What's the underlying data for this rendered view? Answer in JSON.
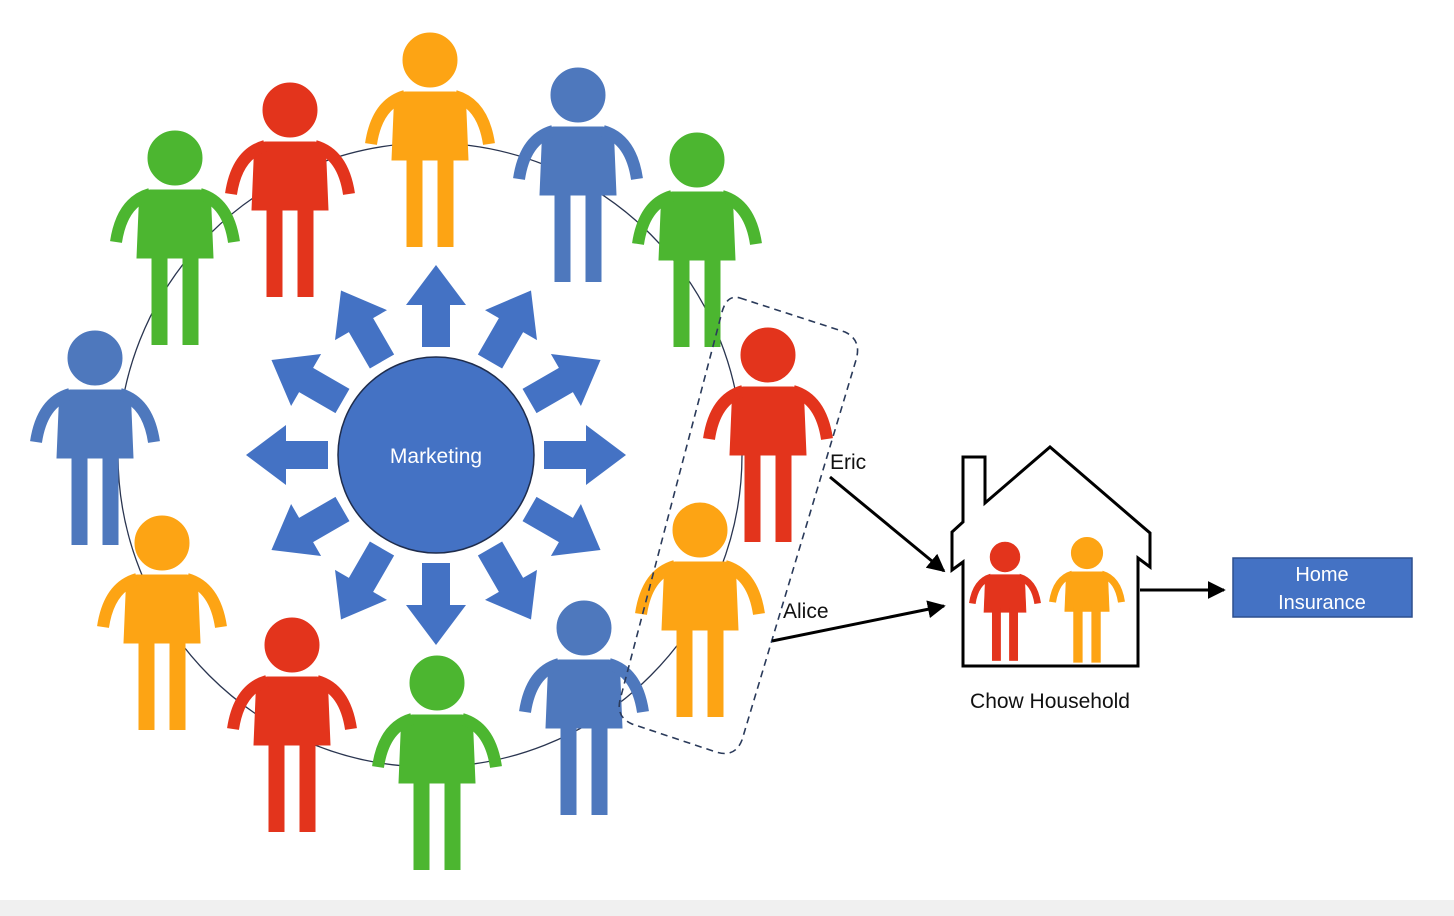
{
  "center": {
    "label": "Marketing",
    "color": "#4472c4",
    "arrow_count": 12
  },
  "people": [
    {
      "color": "#4cb630"
    },
    {
      "color": "#e3341c"
    },
    {
      "color": "#fda414"
    },
    {
      "color": "#4e78bd"
    },
    {
      "color": "#4cb630"
    },
    {
      "color": "#4e78bd"
    },
    {
      "color": "#e3341c",
      "name": "Eric"
    },
    {
      "color": "#fda414"
    },
    {
      "color": "#fda414",
      "name": "Alice"
    },
    {
      "color": "#e3341c"
    },
    {
      "color": "#4cb630"
    },
    {
      "color": "#4e78bd"
    }
  ],
  "labels": {
    "eric": "Eric",
    "alice": "Alice",
    "household": "Chow Household"
  },
  "product": {
    "line1": "Home",
    "line2": "Insurance",
    "color": "#4472c4"
  }
}
